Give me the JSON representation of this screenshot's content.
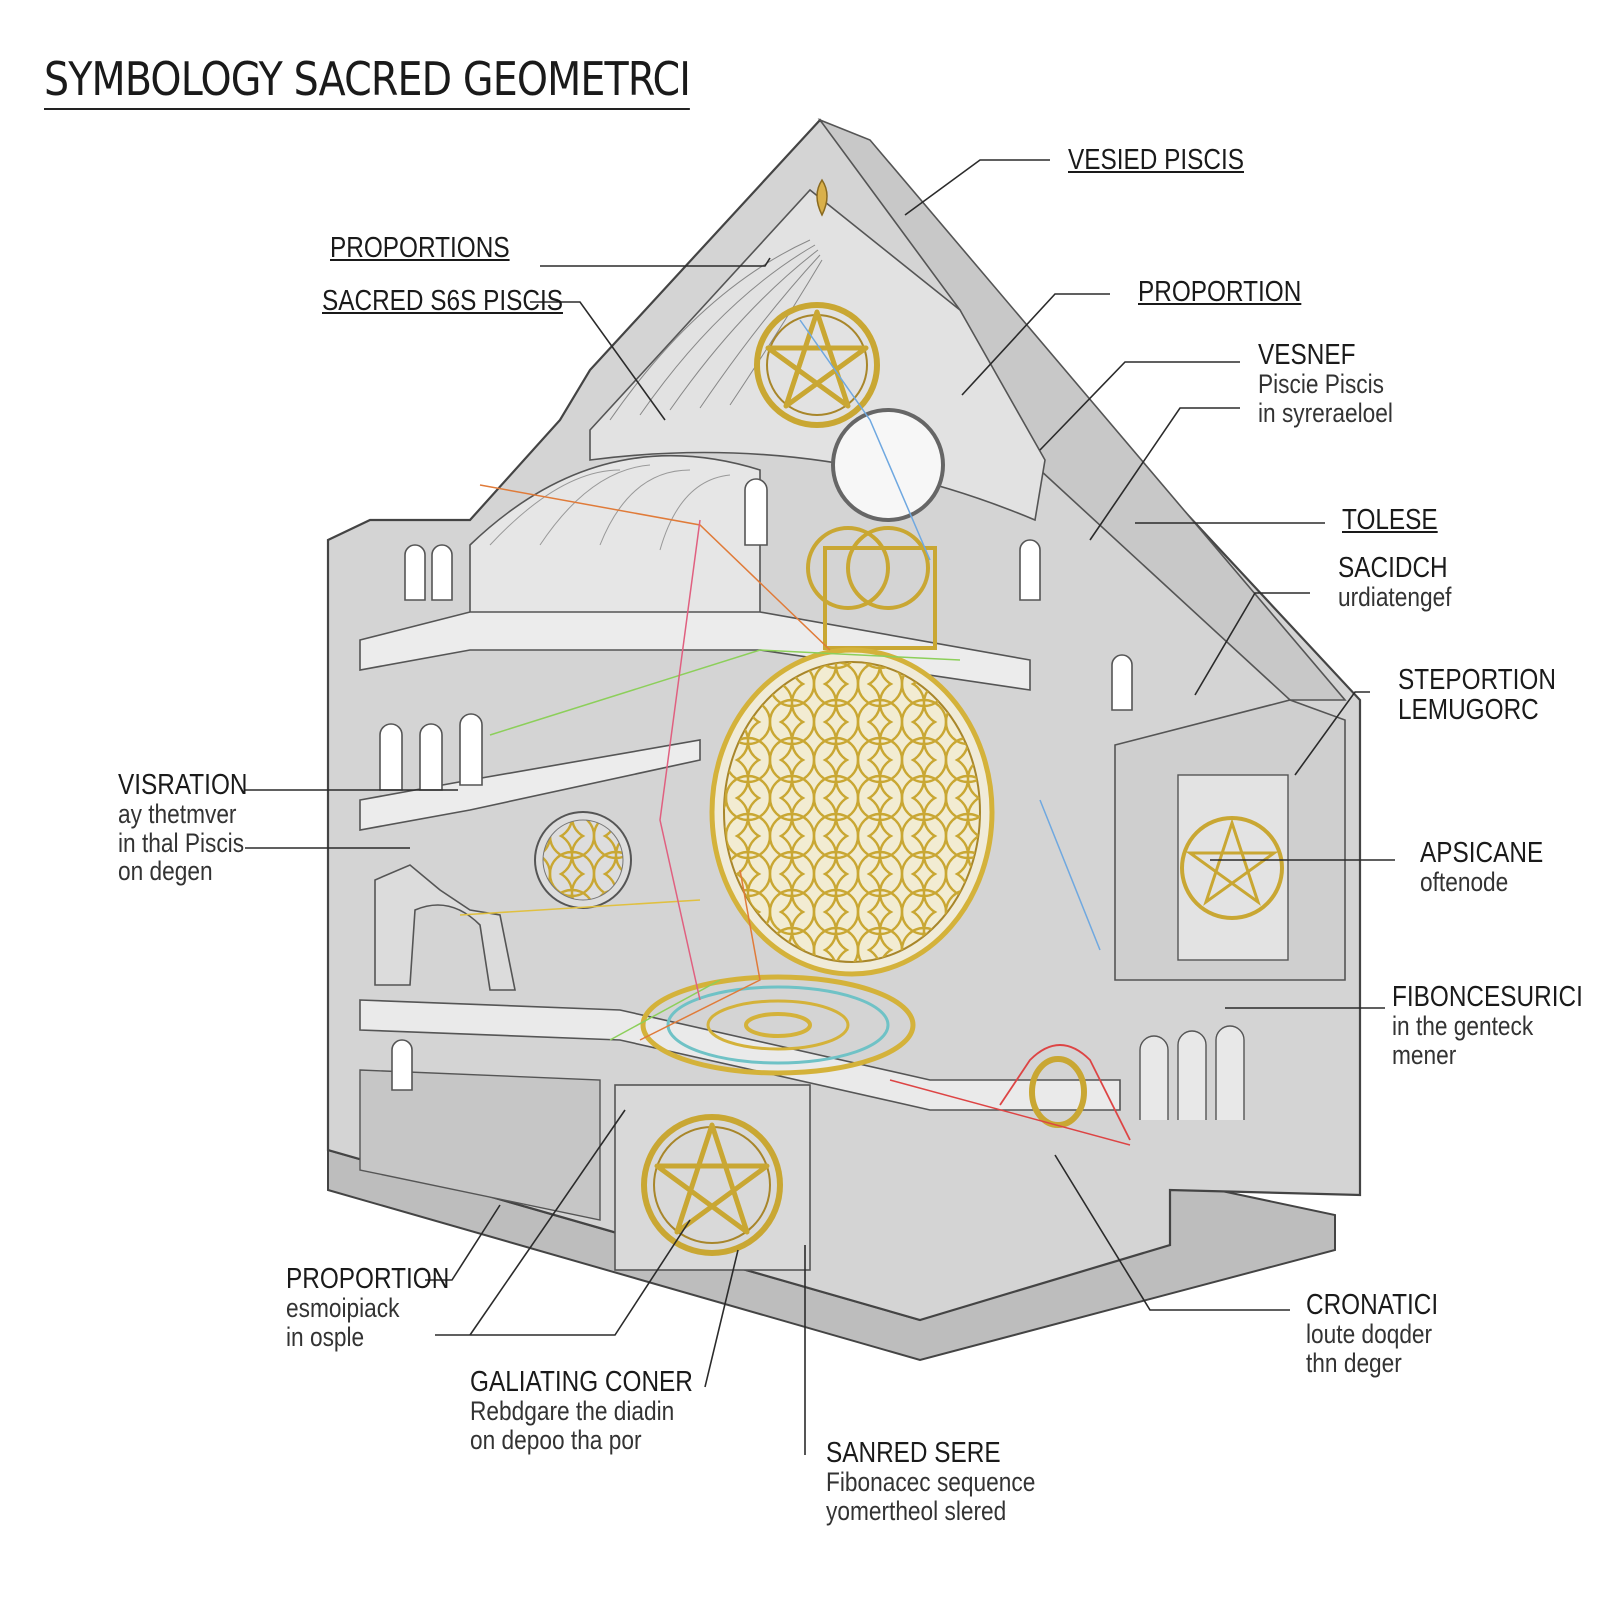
{
  "title": "SYMBOLOGY SACRED GEOMETRCI",
  "labels": {
    "vesied_piscis": "VESIED PISCIS",
    "proportions": "PROPORTIONS",
    "sacred_s6s": "SACRED S6S PISCIS",
    "proportion_top": "PROPORTION",
    "vesner": {
      "h": "VESNEF",
      "l1": "Piscie Piscis",
      "l2": "in syreraeloel"
    },
    "tolese": "TOLESE",
    "sacidch": {
      "h": "SACIDCH",
      "l1": "urdiatengef"
    },
    "steportion": {
      "h": "STEPORTION",
      "l1": "LEMUGORC"
    },
    "visration": {
      "h": "VISRATION",
      "l1": "ay thetmver",
      "l2": "in thal Piscis",
      "l3": "on degen"
    },
    "apsicane": {
      "h": "APSICANE",
      "l1": "oftenode"
    },
    "fibonce": {
      "h": "FIBONCESURICI",
      "l1": "in the genteck",
      "l2": "mener"
    },
    "proportion_low": {
      "h": "PROPORTION",
      "l1": "esmoipiack",
      "l2": "in osple"
    },
    "cronatici": {
      "h": "CRONATICI",
      "l1": "loute doqder",
      "l2": "thn deger"
    },
    "galiating": {
      "h": "GALIATING CONER",
      "l1": "Rebdgare the diadin",
      "l2": "on depoo tha por"
    },
    "sanred": {
      "h": "SANRED SERE",
      "l1": "Fibonacec sequence",
      "l2": "yomertheol slered"
    }
  },
  "colors": {
    "stone": "#d4d4d4",
    "stone_dark": "#b3b3b3",
    "stone_light": "#e9e9e9",
    "gold": "#d4b23a",
    "gold_dark": "#a8862a",
    "line": "#2b2b2b"
  }
}
